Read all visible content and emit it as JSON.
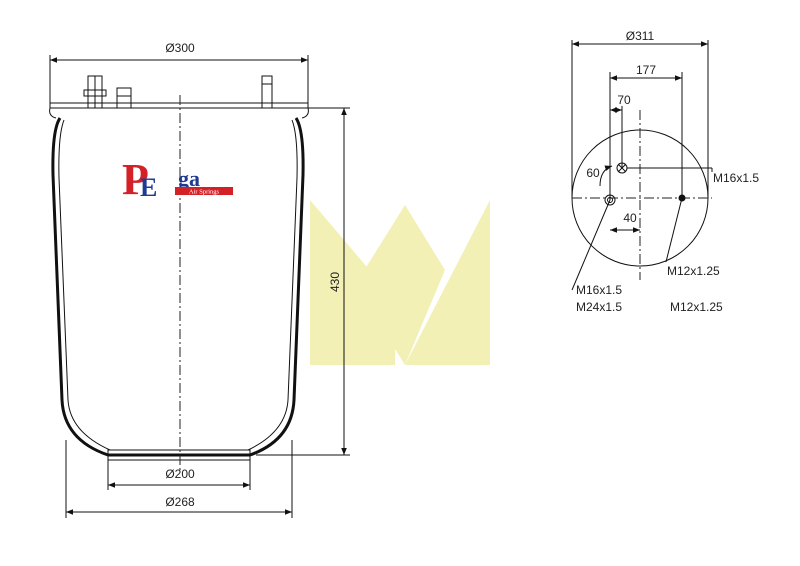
{
  "side_view": {
    "dim_top_diameter": "Ø300",
    "dim_height": "430",
    "dim_bottom_inner_diameter": "Ø200",
    "dim_bottom_outer_diameter": "Ø268"
  },
  "logo": {
    "letter_p": "P",
    "letter_e": "E",
    "letters_ga": "ga",
    "tagline": "Air Springs",
    "colors": {
      "red": "#d42027",
      "blue": "#1f3a93"
    }
  },
  "top_view": {
    "dim_diameter": "Ø311",
    "dim_177": "177",
    "dim_70": "70",
    "dim_60": "60",
    "dim_40": "40",
    "label_m16_right": "M16x1.5",
    "label_m12_a": "M12x1.25",
    "label_m16_left": "M16x1.5",
    "label_m24": "M24x1.5",
    "label_m12_b": "M12x1.25"
  },
  "watermark": {
    "color": "#f3f0b5"
  }
}
